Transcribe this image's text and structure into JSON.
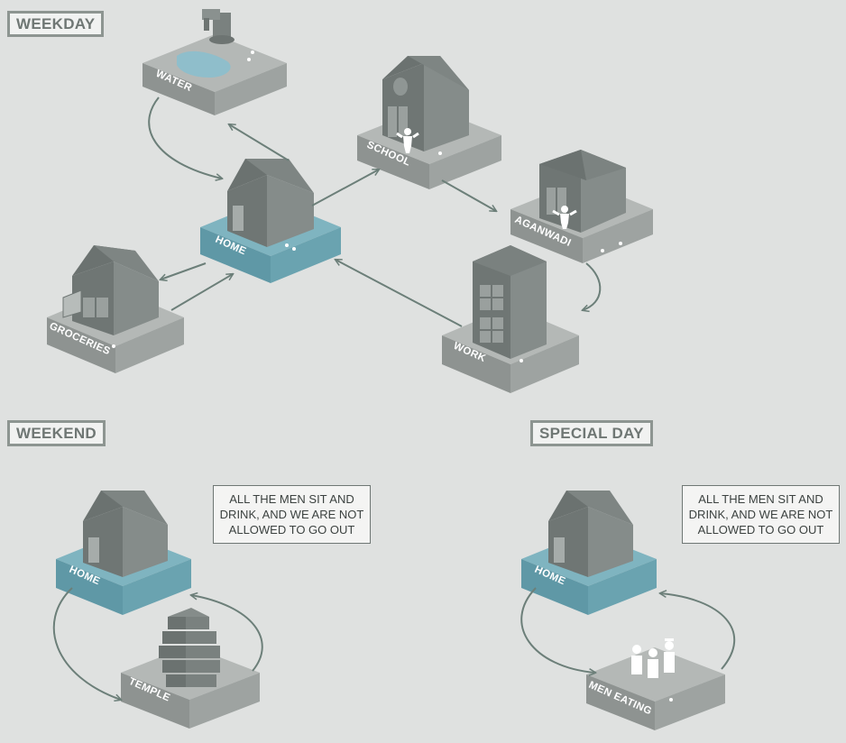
{
  "sections": {
    "weekday": "WEEKDAY",
    "weekend": "WEEKEND",
    "special_day": "SPECIAL DAY"
  },
  "places": {
    "water": "WATER",
    "school": "SCHOOL",
    "aganwadi": "AGANWADI",
    "home": "HOME",
    "groceries": "GROCERIES",
    "work": "WORK",
    "weekend_home": "HOME",
    "temple": "TEMPLE",
    "special_home": "HOME",
    "men_eating": "MEN EATING"
  },
  "notes": {
    "weekend": "ALL THE MEN SIT AND DRINK, AND WE ARE NOT ALLOWED TO GO OUT",
    "special_day": "ALL THE MEN SIT AND DRINK, AND WE ARE NOT ALLOWED TO GO OUT"
  },
  "colors": {
    "background": "#dfe1e0",
    "home_platform": "#6aa3b0",
    "platform": "#a3a8a6",
    "building": "#7a817f",
    "arrow": "#6c7f79"
  }
}
